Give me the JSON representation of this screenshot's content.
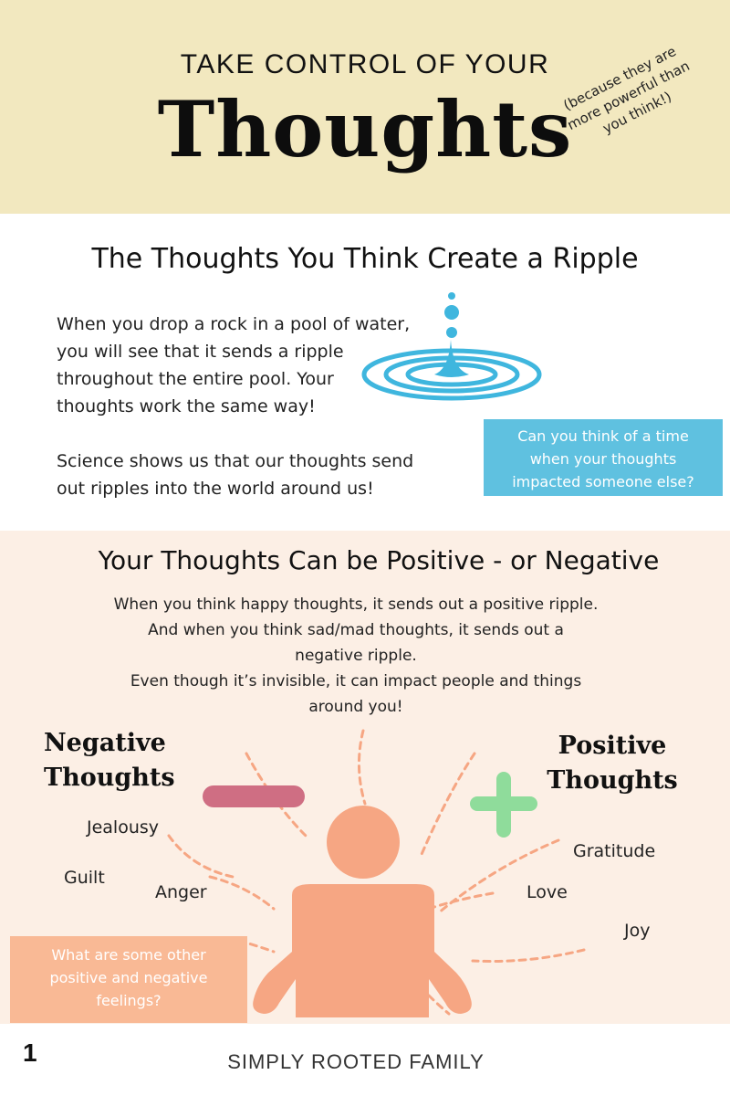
{
  "header": {
    "kicker": "TAKE CONTROL OF YOUR",
    "title": "Thoughts",
    "aside_lines": [
      "(because they are",
      "more powerful than",
      "you think!)"
    ]
  },
  "ripple": {
    "heading": "The Thoughts You Think Create a Ripple",
    "paragraph1_lines": [
      "When you drop a rock in a pool of water,",
      "you will see that it sends a ripple",
      "throughout the entire pool. Your",
      "thoughts work the same way!"
    ],
    "paragraph2_lines": [
      "Science shows us that our thoughts send",
      "out ripples into the world around us!"
    ],
    "question_lines": [
      "Can you think of a time",
      "when your thoughts",
      "impacted someone else?"
    ],
    "icon": "water-drop-ripple-icon"
  },
  "feelings": {
    "heading": "Your Thoughts Can be Positive - or Negative",
    "body_lines": [
      "When you think happy thoughts, it sends out a positive ripple.",
      "And when you think sad/mad thoughts, it sends out a",
      "negative ripple.",
      "Even though it’s invisible, it can impact people and things",
      "around you!"
    ],
    "negative": {
      "title_lines": [
        "Negative",
        "Thoughts"
      ],
      "words": [
        "Jealousy",
        "Guilt",
        "Anger"
      ],
      "icon": "minus-icon"
    },
    "positive": {
      "title_lines": [
        "Positive",
        "Thoughts"
      ],
      "words": [
        "Gratitude",
        "Love",
        "Joy"
      ],
      "icon": "plus-icon"
    },
    "question_lines": [
      "What are some other",
      "positive and negative",
      "feelings?"
    ]
  },
  "footer": {
    "page_number": "1",
    "brand": "SIMPLY ROOTED FAMILY"
  },
  "colors": {
    "header_bg": "#f2e8bf",
    "section_bg": "#fcefe5",
    "blue": "#5fc1e0",
    "person": "#f6a683",
    "minus": "#cf6e83",
    "plus": "#8fdc9b",
    "callout_peach": "#f9b995"
  }
}
